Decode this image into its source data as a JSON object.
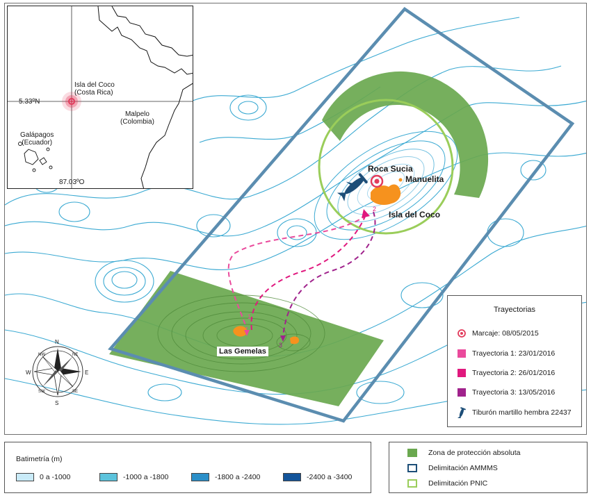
{
  "colors": {
    "contour": "#3aa9d2",
    "contour_shallow": "#a9d8ee",
    "protection_zone": "#6aa84f",
    "ammms": "#5b8db0",
    "pnic": "#9acd5a",
    "island": "#f6921e",
    "traj1": "#ea4a9c",
    "traj2": "#e0187e",
    "traj3": "#a0228c",
    "tag": "#e23b5c",
    "shark": "#1d4e78"
  },
  "inset": {
    "coco_label": "Isla del Coco\n(Costa Rica)",
    "malpelo_label": "Malpelo\n(Colombia)",
    "galapagos_label": "Galápagos\n(Ecuador)",
    "lat_label": "5.33ºN",
    "lon_label": "87.03ºO"
  },
  "map": {
    "roca_sucia": "Roca Sucia",
    "manuelita": "Manuelita",
    "isla_del_coco": "Isla del Coco",
    "las_gemelas": "Las Gemelas",
    "traj_numbers": [
      "1",
      "2",
      "3"
    ],
    "compass": {
      "n": "N",
      "s": "S",
      "e": "E",
      "w": "W",
      "ne": "NE",
      "nw": "NW",
      "se": "SE",
      "sw": "SW"
    }
  },
  "legend_trajectories": {
    "title": "Trayectorias",
    "items": [
      {
        "label": "Marcaje: 08/05/2015",
        "symbol": "target-icon"
      },
      {
        "label": "Trayectoria 1: 23/01/2016",
        "color": "#ea4a9c"
      },
      {
        "label": "Trayectoria 2: 26/01/2016",
        "color": "#e0187e"
      },
      {
        "label": "Trayectoria 3: 13/05/2016",
        "color": "#a0228c"
      },
      {
        "label": "Tiburón martillo hembra 22437",
        "symbol": "hammerhead-shark-icon"
      }
    ]
  },
  "legend_bathymetry": {
    "title": "Batimetría (m)",
    "items": [
      {
        "label": "0 a -1000",
        "color": "#c9ebf8"
      },
      {
        "label": "-1000 a -1800",
        "color": "#5cc3dc"
      },
      {
        "label": "-1800 a -2400",
        "color": "#2b8fc8"
      },
      {
        "label": "-2400 a -3400",
        "color": "#13549a"
      }
    ]
  },
  "legend_zones": {
    "items": [
      {
        "label": "Zona de protección absoluta",
        "style": "fill",
        "color": "#6aa84f"
      },
      {
        "label": "Delimitación AMMMS",
        "style": "outline",
        "color": "#1d4e78"
      },
      {
        "label": "Delimitación PNIC",
        "style": "outline",
        "color": "#9acd5a"
      }
    ]
  }
}
